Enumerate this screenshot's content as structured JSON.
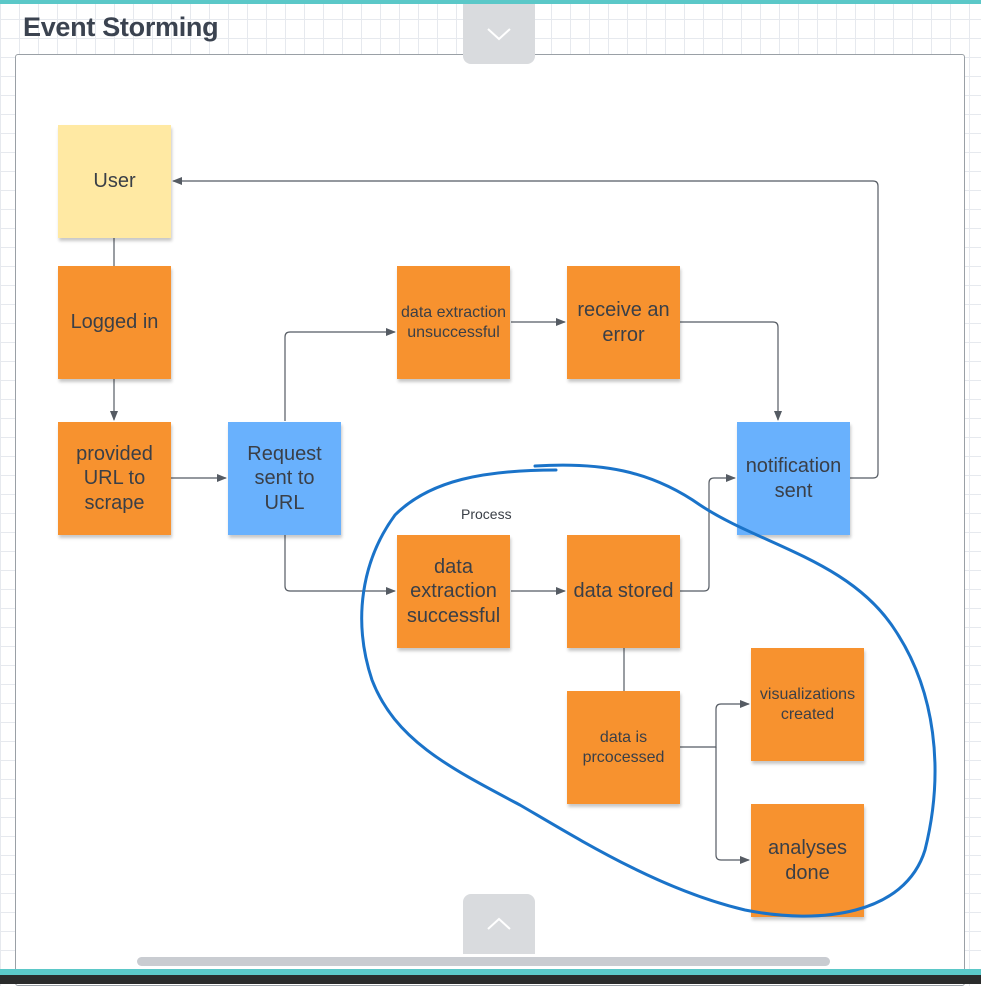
{
  "board": {
    "title": "Event Storming"
  },
  "notes": {
    "user": "User",
    "logged_in": "Logged in",
    "provided_url": "provided URL to scrape",
    "request_sent": "Request sent to URL",
    "extraction_unsuccessful": "data extraction unsuccessful",
    "receive_error": "receive an error",
    "notification_sent": "notification sent",
    "extraction_successful": "data extraction successful",
    "data_stored": "data stored",
    "data_processed": "data is prcocessed",
    "visualizations_created": "visualizations created",
    "analyses_done": "analyses done"
  },
  "annotations": {
    "process_label": "Process"
  },
  "colors": {
    "event": "#f7922f",
    "command": "#69b1fd",
    "actor": "#ffe9a3",
    "lasso": "#1a73c9",
    "connector": "#555b63"
  },
  "icons": {
    "top_toggle": "chevron-down-icon",
    "bottom_toggle": "chevron-up-icon"
  }
}
